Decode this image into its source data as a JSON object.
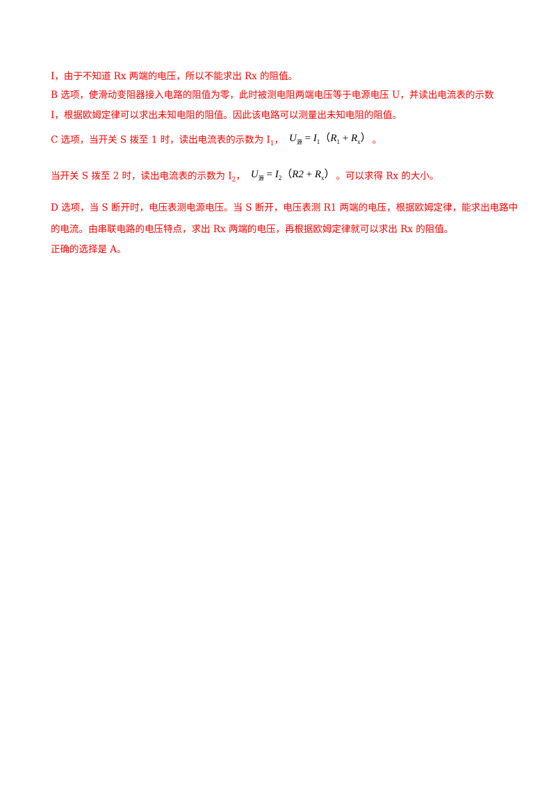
{
  "lines": {
    "l1": "I，由于不知道 Rx 两端的电压，所以不能求出 Rx 的阻值。",
    "l2": "B 选项，使滑动变阻器接入电路的阻值为零，此时被测电阻两端电压等于电源电压 U，并读出电流表的示数",
    "l3": "I，根据欧姆定律可以求出未知电阻的阻值。因此该电路可以测量出未知电阻的阻值。",
    "l4_text": "C 选项，当开关 S 拨至 1 时，读出电流表的示数为 I",
    "l4_sub": "1",
    "l4_comma": "，",
    "l4_end": "。",
    "l5_text": "当开关 S 拨至 2 时，读出电流表的示数为 I",
    "l5_sub": "2",
    "l5_comma": "，",
    "l5_end": "。可以求得 Rx 的大小。",
    "l6": "D 选项，当 S 断开时，电压表测电源电压。当 S 断开，电压表测 R1 两端的电压，根据欧姆定律，能求出电路中",
    "l7": "的电流。由串联电路的电压特点，求出 Rx 两端的电压，再根据欧姆定律就可以求出 Rx 的阻值。",
    "l8": "正确的选择是 A。"
  },
  "formula1": {
    "U": "U",
    "U_sub": "源",
    "eq": " = ",
    "I": "I",
    "I_sub": "1",
    "open": "（",
    "R": "R",
    "R_sub": "1",
    "plus": " + ",
    "R2": "R",
    "R2_sub": "x",
    "close": "）"
  },
  "formula2": {
    "U": "U",
    "U_sub": "源",
    "eq": " = ",
    "I": "I",
    "I_sub": "2",
    "open": "（",
    "R": "R2",
    "plus": " + ",
    "R2": "R",
    "R2_sub": "x",
    "close": "）"
  }
}
